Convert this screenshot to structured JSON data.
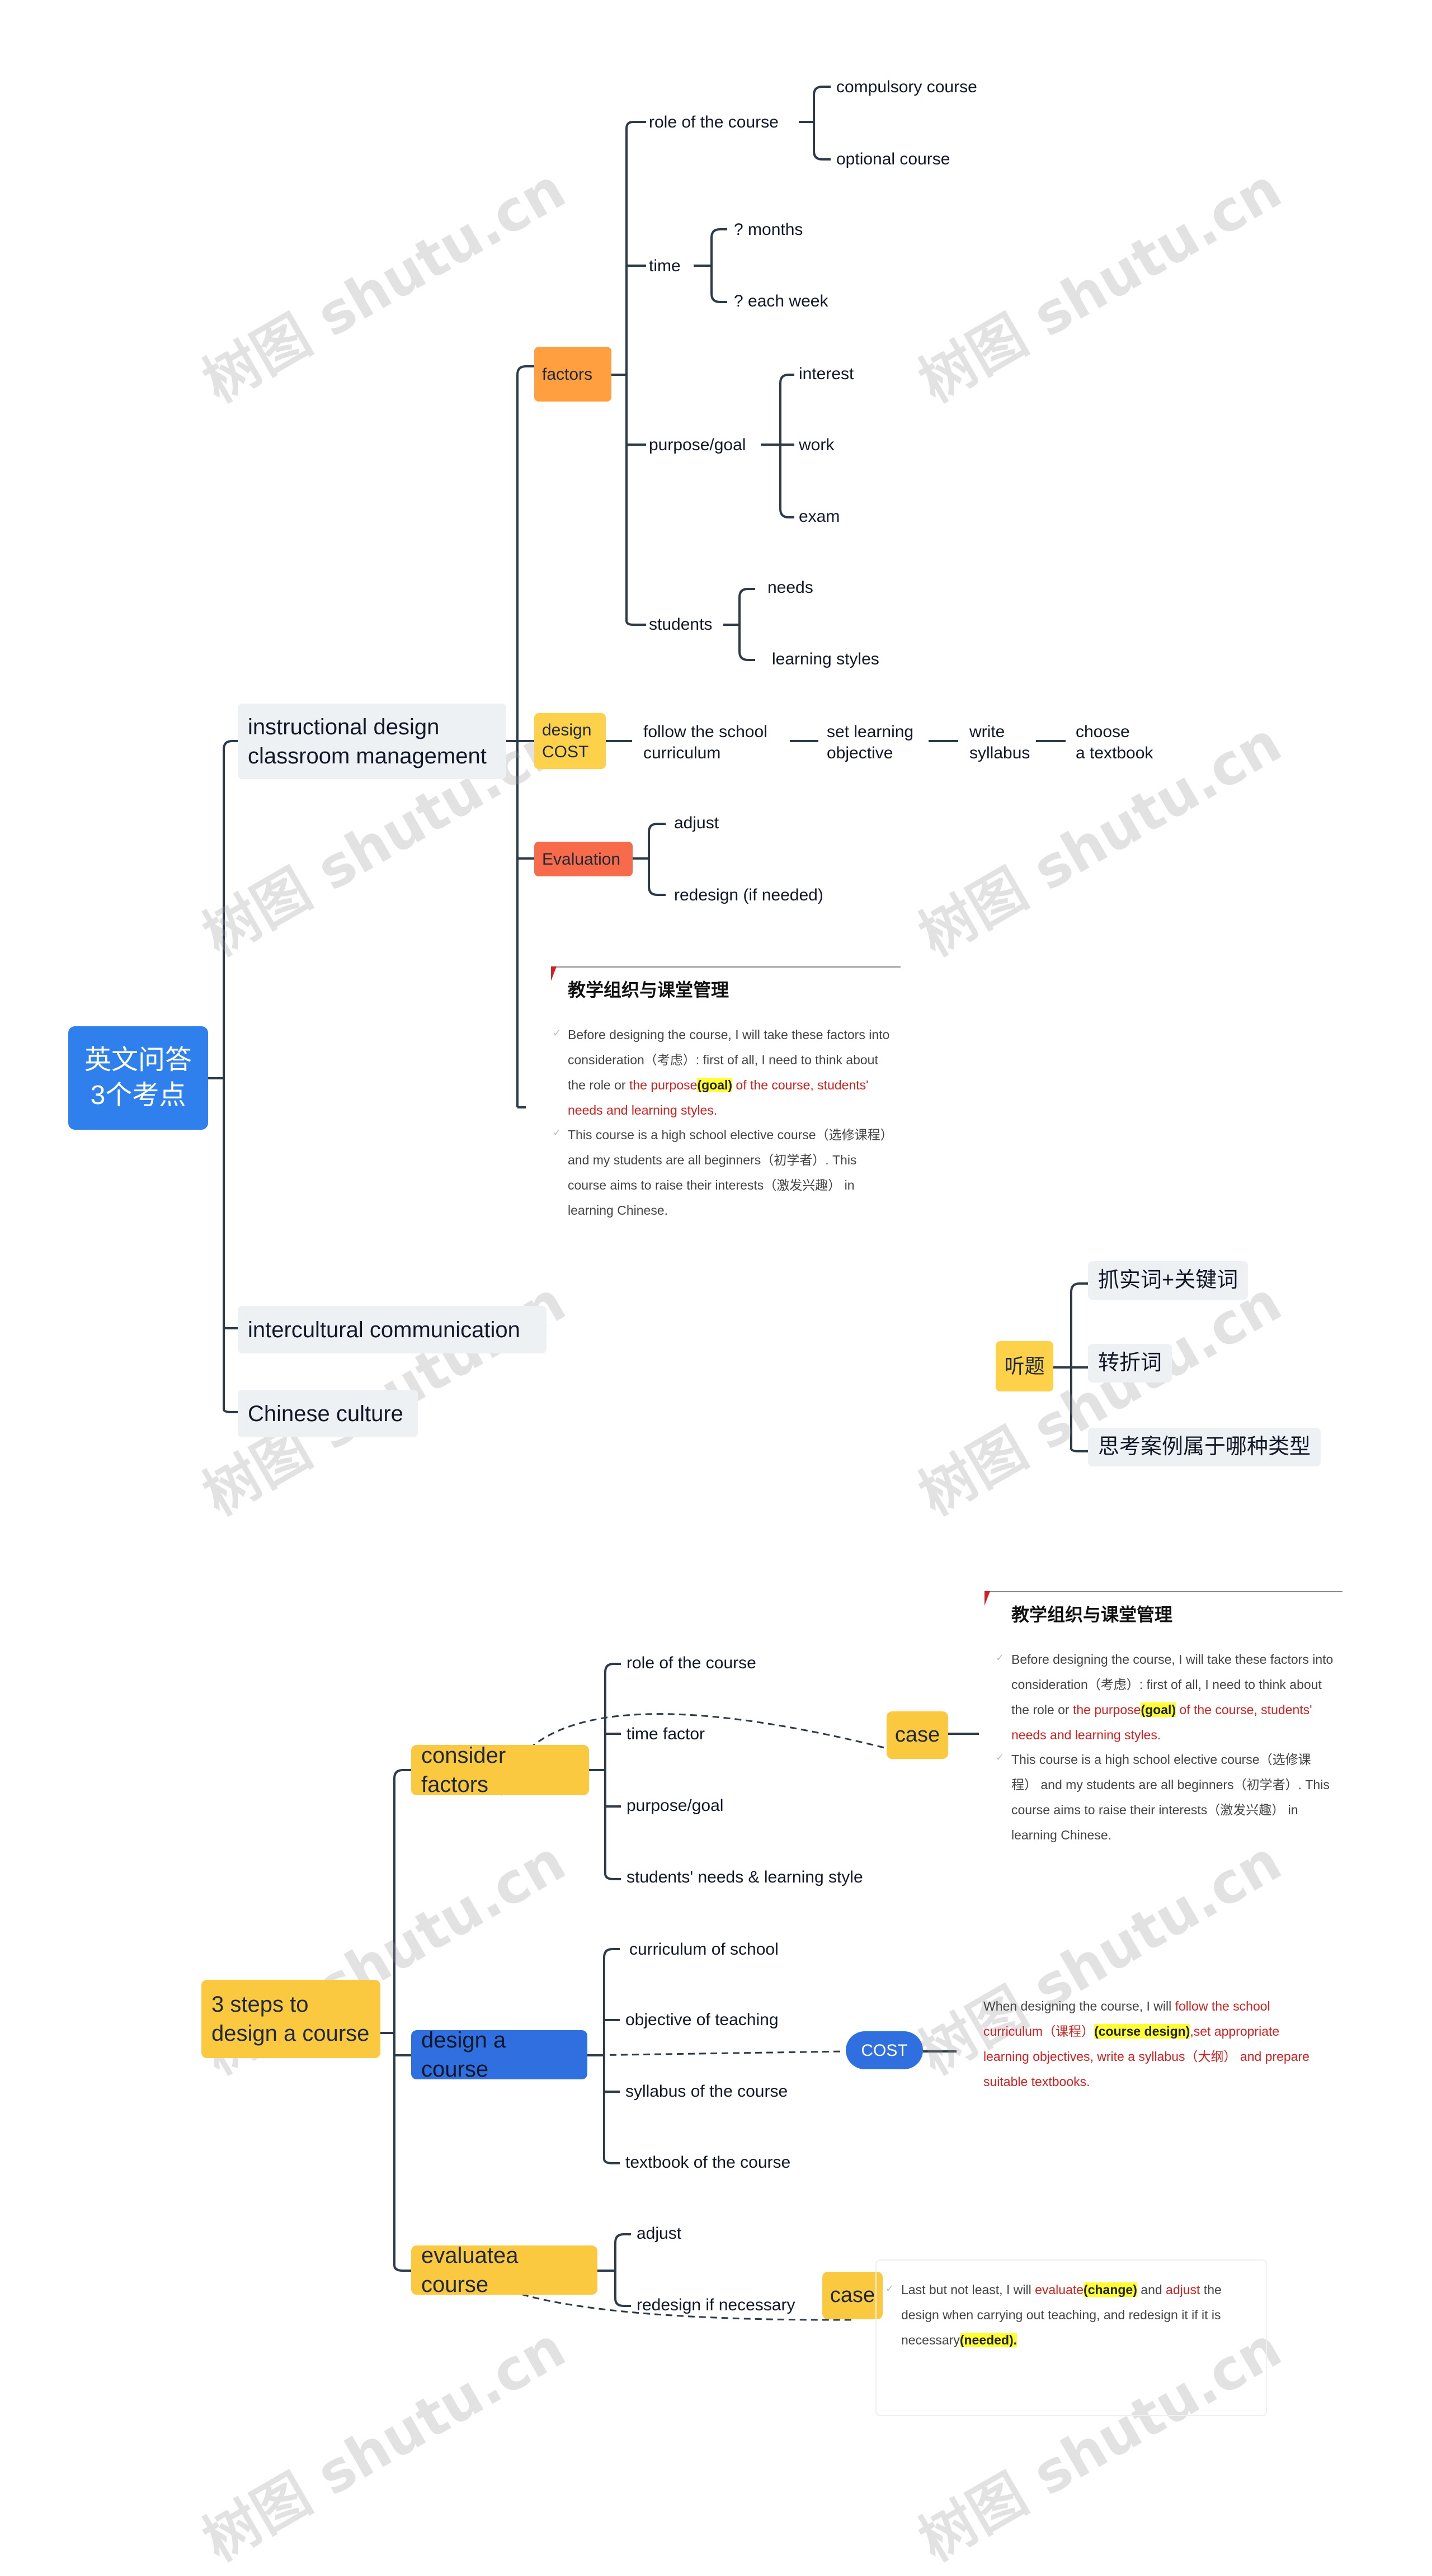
{
  "root": "英文问答\n3个考点",
  "branches": {
    "instructional": "instructional design\nclassroom management",
    "intercultural": "intercultural communication",
    "chinese_culture": "Chinese culture"
  },
  "factors": {
    "label": "factors",
    "role": "role of the course",
    "role_children": [
      "compulsory course",
      "optional course"
    ],
    "time": "time",
    "time_children": [
      "? months",
      "? each week"
    ],
    "purpose": "purpose/goal",
    "purpose_children": [
      "interest",
      "work",
      "exam"
    ],
    "students": "students",
    "students_children": [
      "needs",
      "learning styles"
    ]
  },
  "design": {
    "label": "design\nCOST",
    "steps": [
      "follow the school\ncurriculum",
      "set learning\nobjective",
      "write\nsyllabus",
      "choose\n a textbook"
    ]
  },
  "evaluation": {
    "label": "Evaluation",
    "children": [
      "adjust",
      "redesign (if needed)"
    ]
  },
  "note1": {
    "title": "教学组织与课堂管理",
    "p1_a": "Before designing the course, I will take these factors into consideration（考虑）: first of all, I need to think about the role or ",
    "p1_red1": "the purpose",
    "p1_hl": "(goal)",
    "p1_red2": " of the course, students' needs and learning styles.",
    "p2": "This course is a high school elective course（选修课程） and my students are all beginners（初学者）. This course aims to raise their interests（激发兴趣） in learning Chinese."
  },
  "listening": {
    "label": "听题",
    "children": [
      "抓实词+关键词",
      "转折词",
      "思考案例属于哪种类型"
    ]
  },
  "steps": {
    "root": "3 steps to\ndesign a course",
    "consider": "consider factors",
    "consider_children": [
      "role of the course",
      "time factor",
      "purpose/goal",
      "students' needs & learning style"
    ],
    "design": "design a course",
    "design_children": [
      "curriculum of school",
      "objective of teaching",
      "syllabus of the course",
      "textbook of the course"
    ],
    "evaluate": "evaluatea course",
    "evaluate_children": [
      "adjust",
      "redesign if necessary"
    ],
    "case1": "case",
    "cost": "COST",
    "case2": "case"
  },
  "note3": {
    "a": "When designing the course, I will ",
    "red1": "follow the school curriculum（课程）",
    "hl": "(course design)",
    "red2": ",set appropriate learning objectives, write a syllabus（大纲） and prepare suitable textbooks."
  },
  "note4": {
    "a": "Last but not least, I will ",
    "red1": "evaluate",
    "hl1": "(change)",
    "b": " and ",
    "red2": "adjust",
    "c": " the design when carrying out teaching, and redesign it if it is necessary",
    "hl2": "(needed)."
  },
  "watermark": "树图 shutu.cn",
  "colors": {
    "root_blue": "#2f80ed",
    "orange": "#ff9f40",
    "yellow": "#fdd24a",
    "red": "#f76b4a",
    "line": "#2d3a4a"
  }
}
